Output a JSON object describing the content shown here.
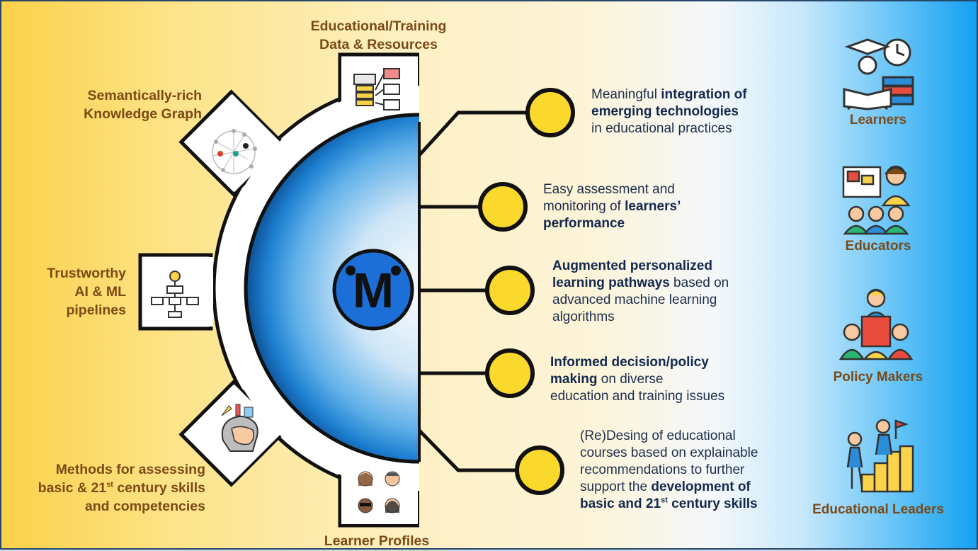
{
  "gear_labels": {
    "top": [
      "Educational/Training",
      "Data & Resources"
    ],
    "knowledge_graph": [
      "Semantically-rich",
      "Knowledge Graph"
    ],
    "pipelines": [
      "Trustworthy",
      "AI & ML",
      "pipelines"
    ],
    "skills": {
      "line1": "Methods for assessing",
      "line2_pre": "basic & 21",
      "line2_sup": "st",
      "line2_post": " century skills",
      "line3": "and competencies"
    },
    "bottom": "Learner Profiles"
  },
  "bullets": [
    {
      "lines": [
        {
          "plain": "Meaningful ",
          "bold": "integration of"
        },
        {
          "bold": "emerging technologies"
        },
        {
          "plain": "in educational practices"
        }
      ]
    },
    {
      "lines": [
        {
          "plain": "Easy assessment and"
        },
        {
          "plain": "monitoring of ",
          "bold": "learners’"
        },
        {
          "bold": "performance"
        }
      ]
    },
    {
      "lines": [
        {
          "bold": "Augmented personalized"
        },
        {
          "bold": "learning pathways",
          "plain_after": " based on"
        },
        {
          "plain": "advanced machine learning"
        },
        {
          "plain": "algorithms"
        }
      ]
    },
    {
      "lines": [
        {
          "bold": "Informed decision/policy"
        },
        {
          "bold": "making",
          "plain_after": " on diverse"
        },
        {
          "plain": "education and training issues"
        }
      ]
    },
    {
      "lines": [
        {
          "plain": "(Re)Desing of educational"
        },
        {
          "plain": "courses based on explainable"
        },
        {
          "plain": "recommendations to  further"
        },
        {
          "plain": "support the ",
          "bold": "development of"
        },
        {
          "bold_pre": "basic and 21",
          "sup": "st",
          "bold_post": " century skills"
        }
      ]
    }
  ],
  "stakeholders": [
    "Learners",
    "Educators",
    "Policy Makers",
    "Educational Leaders"
  ],
  "icons": {
    "center_logo": "M",
    "data_resources": "database-network-icon",
    "knowledge_graph": "network-graph-icon",
    "pipelines": "lightbulb-flowchart-icon",
    "skills": "head-ideas-icon",
    "learner_profiles": "avatars-icon",
    "learners": "graduate-reading-clock-icon",
    "educators": "teacher-classroom-icon",
    "policy_makers": "speaker-podium-icon",
    "educational_leaders": "leaders-podium-icon"
  },
  "colors": {
    "label_brown": "#7a4a17",
    "text_navy": "#13284d",
    "node_yellow": "#fbd92c",
    "center_blue": "#1d7fd0"
  }
}
